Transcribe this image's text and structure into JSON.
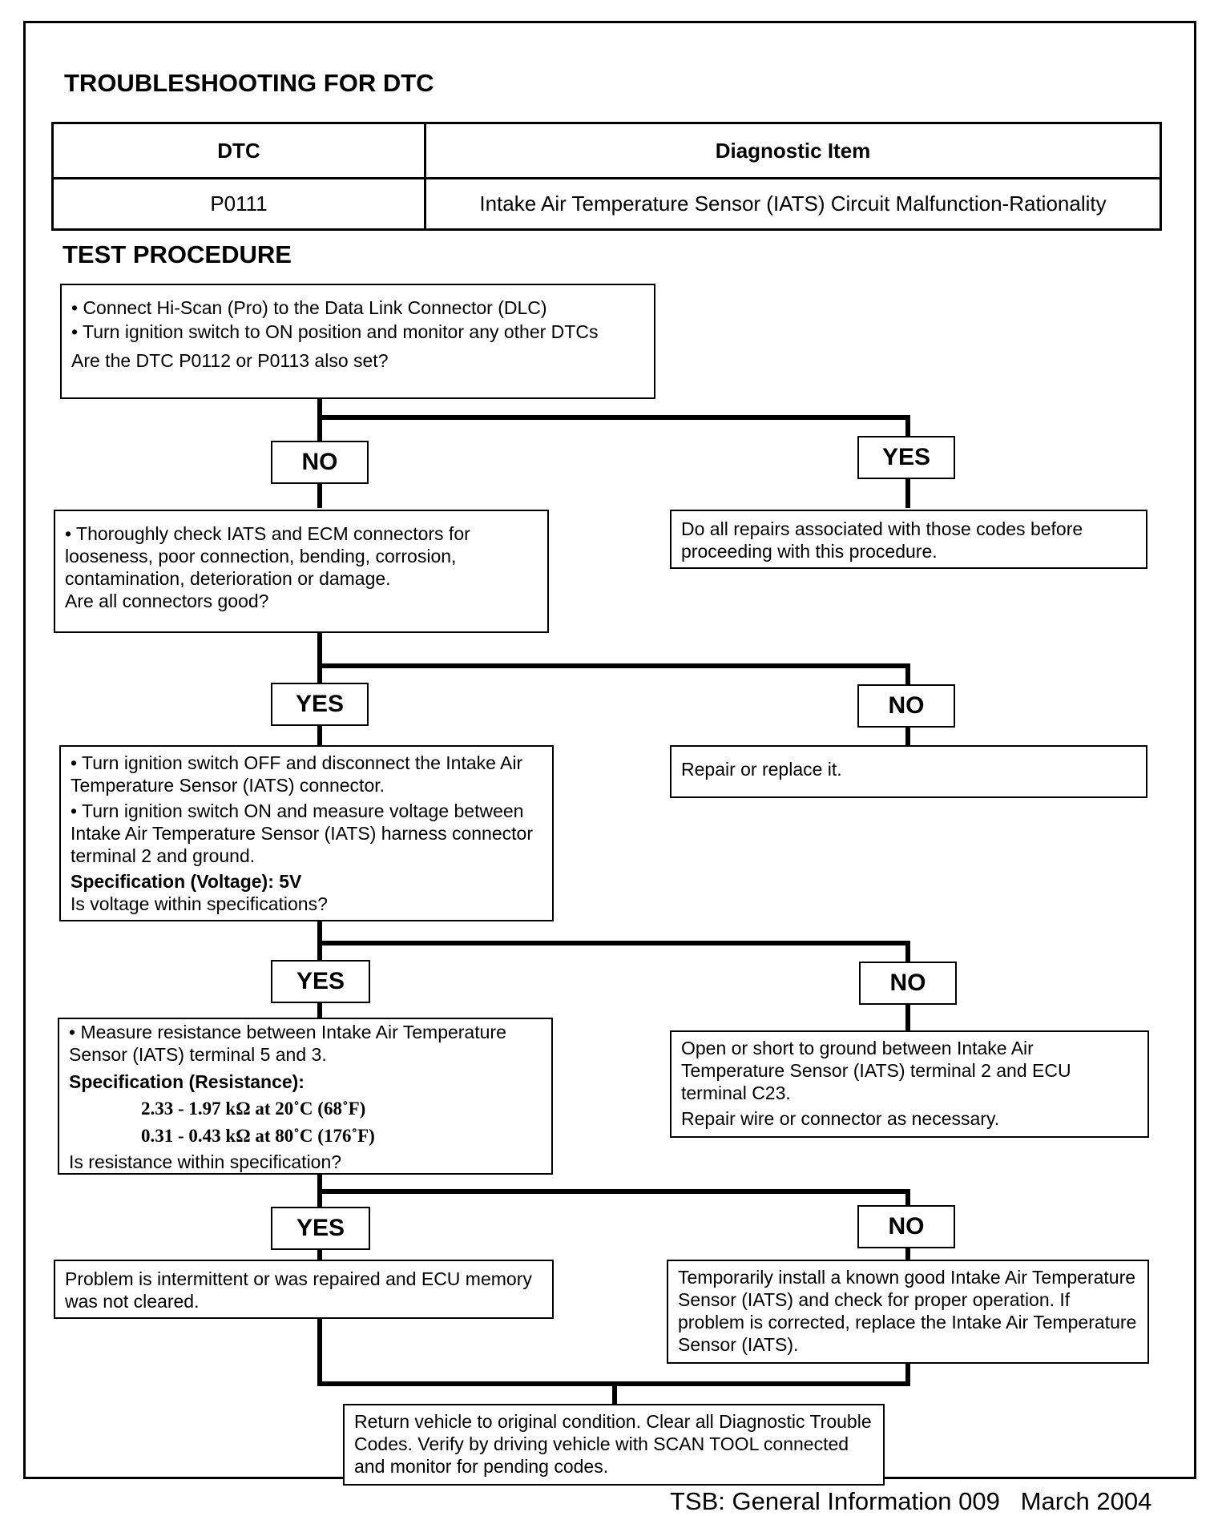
{
  "header": {
    "title": "TROUBLESHOOTING FOR DTC",
    "table": {
      "col_dtc": "DTC",
      "col_item": "Diagnostic Item",
      "dtc": "P0111",
      "item": "Intake Air Temperature Sensor (IATS) Circuit Malfunction-Rationality"
    }
  },
  "procedure": {
    "title": "TEST PROCEDURE",
    "step1": {
      "line1": "• Connect Hi-Scan (Pro) to the Data Link Connector (DLC)",
      "line2": "• Turn ignition switch to ON position and monitor any other DTCs",
      "question": "Are the DTC P0112 or P0113 also set?"
    },
    "step1_no_label": "NO",
    "step1_yes_label": "YES",
    "step1_yes_action": "Do all repairs associated with those codes before proceeding with this procedure.",
    "step2": {
      "text": "• Thoroughly check IATS and ECM connectors for looseness, poor connection, bending, corrosion, contamination, deterioration or damage.",
      "question": "Are all connectors good?"
    },
    "step2_yes_label": "YES",
    "step2_no_label": "NO",
    "step2_no_action": "Repair or replace it.",
    "step3": {
      "bullet1": "• Turn ignition switch OFF and disconnect the Intake Air Temperature Sensor (IATS) connector.",
      "bullet2": "• Turn ignition switch ON and measure voltage between Intake Air Temperature Sensor (IATS) harness connector terminal 2 and ground.",
      "spec": "Specification (Voltage): 5V",
      "question": "Is voltage within specifications?"
    },
    "step3_yes_label": "YES",
    "step3_no_label": "NO",
    "step3_no_action": {
      "text": "Open or short to ground between Intake Air Temperature Sensor (IATS) terminal 2 and ECU terminal C23.",
      "repair": "Repair wire or connector as necessary."
    },
    "step4": {
      "bullet1": "• Measure resistance between Intake Air Temperature Sensor (IATS) terminal 5 and 3.",
      "spec_title": "Specification (Resistance):",
      "spec1": "2.33 - 1.97 kΩ at 20˚C (68˚F)",
      "spec2": "0.31 - 0.43 kΩ at 80˚C (176˚F)",
      "question": "Is resistance within specification?"
    },
    "step4_yes_label": "YES",
    "step4_no_label": "NO",
    "step4_yes_action": "Problem is intermittent or was repaired and ECU memory was not cleared.",
    "step4_no_action": "Temporarily install a known good Intake Air Temperature Sensor (IATS) and check for proper operation. If problem is corrected, replace the Intake Air Temperature Sensor (IATS).",
    "final": "Return vehicle to original condition. Clear all Diagnostic Trouble Codes. Verify by driving vehicle with SCAN TOOL connected and monitor for pending codes."
  },
  "footer": {
    "tsb": "TSB: General Information 009",
    "date": "March 2004"
  }
}
